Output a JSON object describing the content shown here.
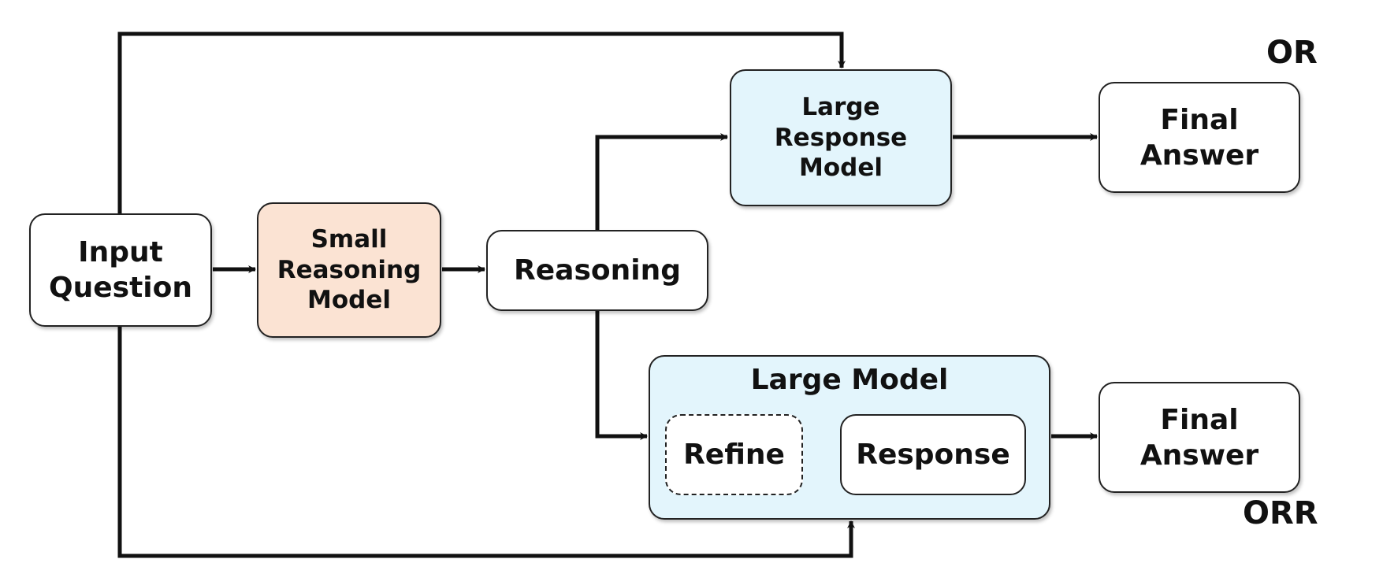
{
  "nodes": {
    "input_question": "Input\nQuestion",
    "small_reasoning_model": "Small\nReasoning\nModel",
    "reasoning": "Reasoning",
    "large_response_model": "Large\nResponse\nModel",
    "final_answer_top": "Final\nAnswer",
    "large_model": "Large Model",
    "refine": "Refine",
    "response": "Response",
    "final_answer_bottom": "Final\nAnswer"
  },
  "tags": {
    "top": "OR",
    "bottom": "ORR"
  },
  "colors": {
    "small_model_fill": "#fbe3d3",
    "large_model_fill": "#e3f5fc",
    "stroke": "#111111"
  }
}
